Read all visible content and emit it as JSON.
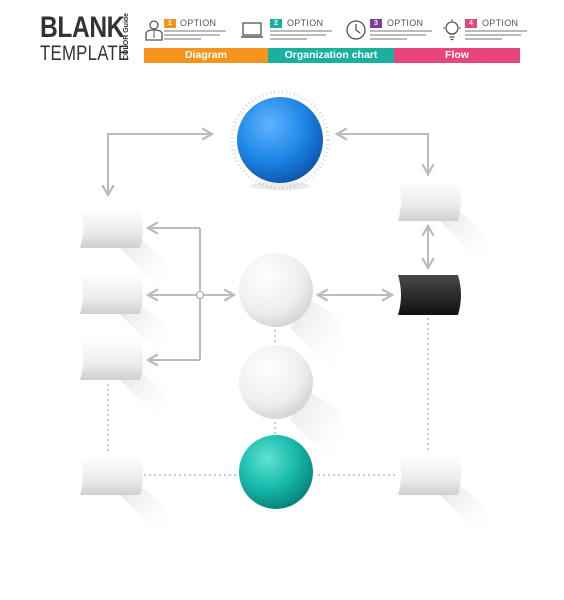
{
  "header": {
    "title": "BLANK",
    "subtitle": "TEMPLATE",
    "guide_label": "COLOR Guide"
  },
  "options": [
    {
      "number": "1",
      "label": "OPTION",
      "icon": "person-icon",
      "color": "#f7941d"
    },
    {
      "number": "2",
      "label": "OPTION",
      "icon": "laptop-icon",
      "color": "#1ab0a0"
    },
    {
      "number": "3",
      "label": "OPTION",
      "icon": "clock-icon",
      "color": "#7b3f98"
    },
    {
      "number": "4",
      "label": "OPTION",
      "icon": "lightbulb-icon",
      "color": "#e8457a"
    }
  ],
  "tabs": [
    {
      "label": "Diagram",
      "color": "#f7941d"
    },
    {
      "label": "Organization chart",
      "color": "#1ab0a0"
    },
    {
      "label": "Flow",
      "color": "#e8457a"
    }
  ],
  "colors": {
    "blue_sphere": "#1e86e6",
    "teal_sphere": "#14b8aa",
    "dark_node": "#2a2a2a",
    "white_node": "#f0f0f0",
    "connector": "#b5bcc4"
  }
}
